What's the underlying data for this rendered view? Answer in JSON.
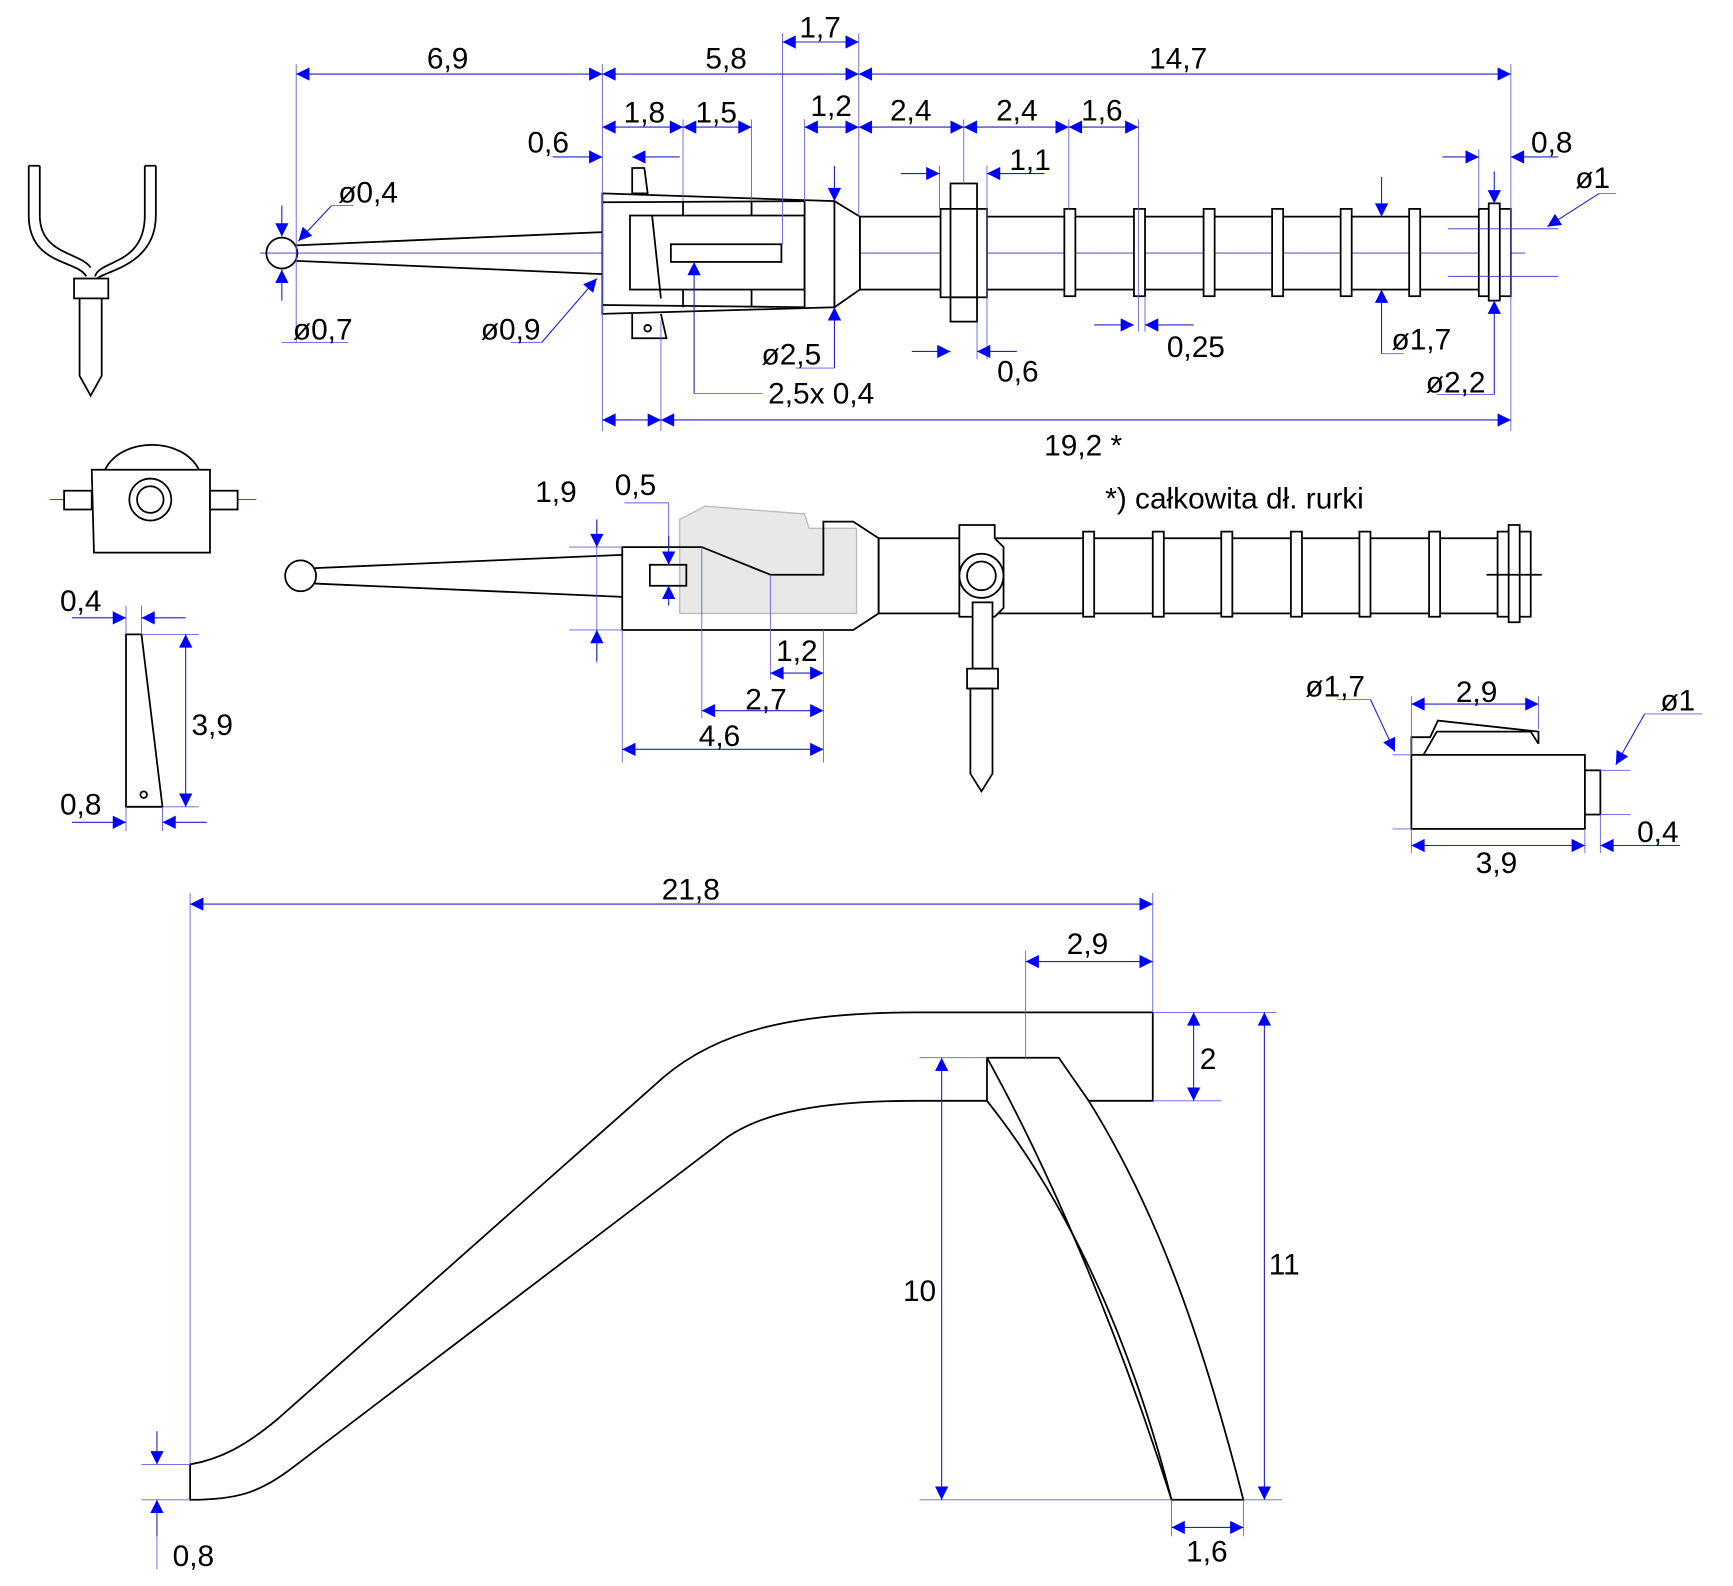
{
  "colors": {
    "dimension": "#0000ff",
    "outline": "#000000",
    "hidden_part": "#e8e8e8"
  },
  "top_view": {
    "d_6_9": "6,9",
    "d_5_8": "5,8",
    "d_14_7": "14,7",
    "d_1_7": "1,7",
    "d_1_8": "1,8",
    "d_1_5": "1,5",
    "d_1_2": "1,2",
    "d_2_4a": "2,4",
    "d_2_4b": "2,4",
    "d_1_6": "1,6",
    "d_0_6a": "0,6",
    "d_1_1": "1,1",
    "d_0_8": "0,8",
    "d_o1": "ø1",
    "d_o0_4": "ø0,4",
    "d_o0_7": "ø0,7",
    "d_o0_9": "ø0,9",
    "d_o2_5": "ø2,5",
    "d_slot": "2,5x 0,4",
    "d_0_6b": "0,6",
    "d_0_25": "0,25",
    "d_o1_7": "ø1,7",
    "d_o2_2": "ø2,2",
    "d_19_2": "19,2 *"
  },
  "note": "*) całkowita dł. rurki",
  "side_view": {
    "d_1_9": "1,9",
    "d_0_5": "0,5",
    "d_1_2": "1,2",
    "d_2_7": "2,7",
    "d_4_6": "4,6"
  },
  "small_part": {
    "d_0_4": "0,4",
    "d_3_9": "3,9",
    "d_0_8": "0,8"
  },
  "end_detail": {
    "d_o1_7": "ø1,7",
    "d_2_9": "2,9",
    "d_o1": "ø1",
    "d_0_4": "0,4",
    "d_3_9": "3,9"
  },
  "bottom_view": {
    "d_21_8": "21,8",
    "d_2_9": "2,9",
    "d_2": "2",
    "d_10": "10",
    "d_11": "11",
    "d_0_8": "0,8",
    "d_1_6": "1,6"
  }
}
